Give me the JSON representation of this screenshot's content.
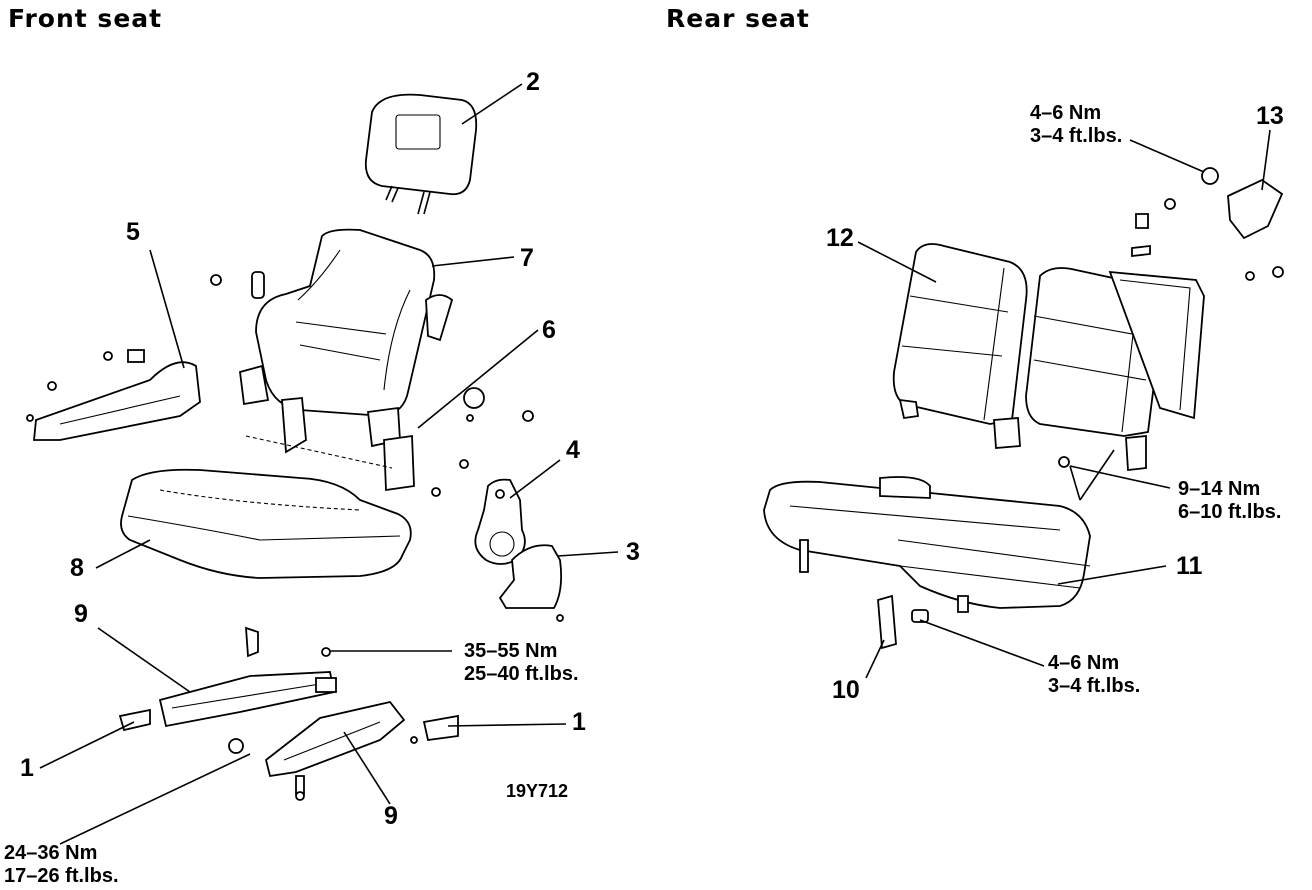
{
  "headings": {
    "front": "Front seat",
    "rear": "Rear seat"
  },
  "callouts": {
    "c1_right": "1",
    "c1_left": "1",
    "c2": "2",
    "c3": "3",
    "c4": "4",
    "c5": "5",
    "c6": "6",
    "c7": "7",
    "c8": "8",
    "c9_top": "9",
    "c9_bottom": "9",
    "c10": "10",
    "c11": "11",
    "c12": "12",
    "c13": "13"
  },
  "torques": {
    "t_35_55": {
      "nm": "35–55 Nm",
      "ftlbs": "25–40 ft.lbs."
    },
    "t_24_36": {
      "nm": "24–36 Nm",
      "ftlbs": "17–26 ft.lbs."
    },
    "t_4_6_top": {
      "nm": "4–6 Nm",
      "ftlbs": "3–4 ft.lbs."
    },
    "t_9_14": {
      "nm": "9–14 Nm",
      "ftlbs": "6–10 ft.lbs."
    },
    "t_4_6_bottom": {
      "nm": "4–6 Nm",
      "ftlbs": "3–4 ft.lbs."
    }
  },
  "figure_code": "19Y712"
}
